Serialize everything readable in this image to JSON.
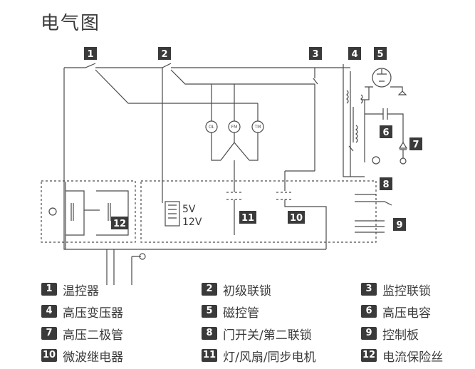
{
  "page": {
    "title": "电气图"
  },
  "diagram": {
    "callouts": [
      "1",
      "2",
      "3",
      "4",
      "5",
      "6",
      "7",
      "8",
      "9",
      "10",
      "11",
      "12"
    ],
    "motors": [
      "OL",
      "FM",
      "TM"
    ],
    "voltages": [
      "5V",
      "12V"
    ]
  },
  "legend": [
    {
      "num": "1",
      "label": "温控器"
    },
    {
      "num": "2",
      "label": "初级联锁"
    },
    {
      "num": "3",
      "label": "监控联锁"
    },
    {
      "num": "4",
      "label": "高压变压器"
    },
    {
      "num": "5",
      "label": "磁控管"
    },
    {
      "num": "6",
      "label": "高压电容"
    },
    {
      "num": "7",
      "label": "高压二极管"
    },
    {
      "num": "8",
      "label": "门开关/第二联锁"
    },
    {
      "num": "9",
      "label": "控制板"
    },
    {
      "num": "10",
      "label": "微波继电器"
    },
    {
      "num": "11",
      "label": "灯/风扇/同步电机"
    },
    {
      "num": "12",
      "label": "电流保险丝"
    }
  ]
}
